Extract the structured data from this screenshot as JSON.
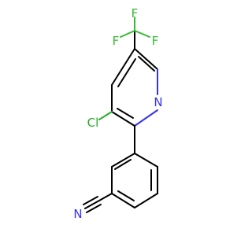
{
  "molecule": {
    "colors": {
      "bond": "#000000",
      "nitrogen": "#3333ee",
      "chlorine": "#22aa22",
      "fluorine": "#33bb33"
    },
    "labels": {
      "f_top": "F",
      "f_left": "F",
      "f_right": "F",
      "chlorine": "Cl",
      "pyridine_n": "N",
      "nitrile_n": "N"
    }
  }
}
